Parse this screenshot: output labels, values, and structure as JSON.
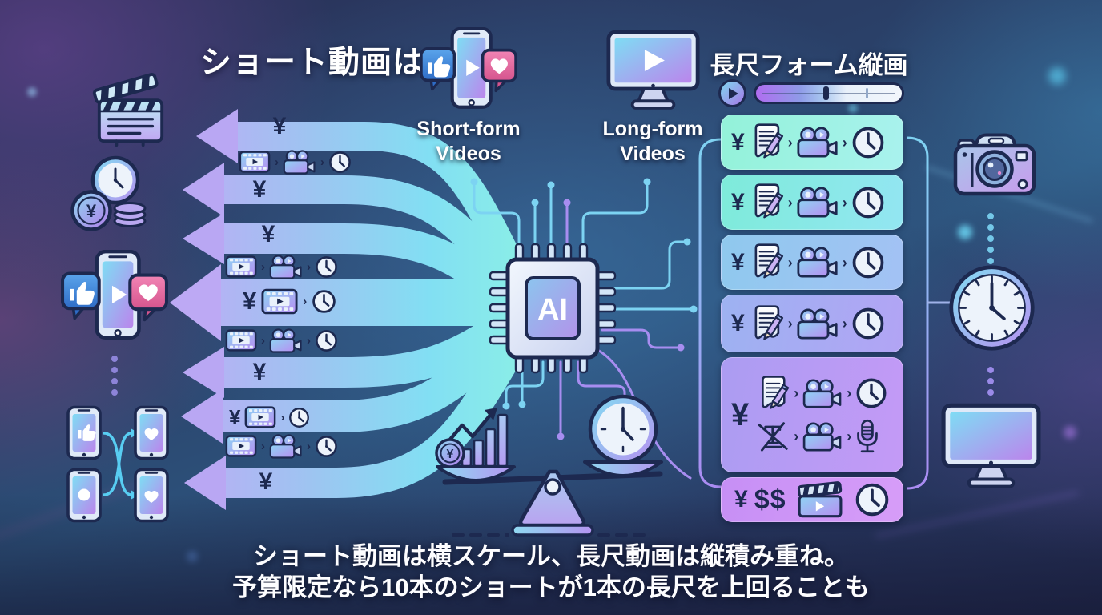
{
  "titles": {
    "short": "ショート動画は",
    "long": "長尺フォーム縦画"
  },
  "labels": {
    "short_form_line1": "Short-form",
    "short_form_line2": "Videos",
    "long_form_line1": "Long-form",
    "long_form_line2": "Videos",
    "ai_chip": "AI"
  },
  "caption": {
    "line1": "ショート動画は横スケール、長尺動画は縦積み重ね。",
    "line2": "予算限定なら10本のショートが1本の長尺を上回ることも"
  },
  "glyphs": {
    "yen": "¥",
    "dollars": "$$",
    "chevron": "›"
  },
  "left_flow": {
    "description": "Seven ribbon arrows fan out left from the AI chip toward short-form outputs",
    "arrows": [
      {
        "label": "¥"
      },
      {
        "label": "¥"
      },
      {
        "label": "¥"
      },
      {
        "label": "¥"
      },
      {
        "label": "¥"
      },
      {
        "label": "¥"
      },
      {
        "label": "¥"
      }
    ],
    "icon_rows": [
      [
        "film-strip",
        "video-camera",
        "clock"
      ],
      [
        "film-strip",
        "video-camera",
        "clock"
      ],
      [
        "film-strip",
        "video-camera",
        "clock"
      ],
      [
        "film-strip",
        "video-camera",
        "clock"
      ]
    ],
    "on_arrow_icons": [
      [
        "film-strip",
        "clock"
      ],
      [
        "film-strip",
        "clock"
      ]
    ]
  },
  "right_column": {
    "description": "Stacked long-form production pipeline rows",
    "rows": [
      {
        "currency": "¥",
        "steps": [
          "script",
          "video-camera",
          "clock"
        ]
      },
      {
        "currency": "¥",
        "steps": [
          "script",
          "video-camera",
          "clock"
        ]
      },
      {
        "currency": "¥",
        "steps": [
          "script",
          "video-camera",
          "clock"
        ]
      },
      {
        "currency": "¥",
        "steps": [
          "script",
          "video-camera",
          "clock"
        ]
      },
      {
        "currency": "¥",
        "line1": [
          "script",
          "video-camera",
          "clock"
        ],
        "line2": [
          "no-text",
          "video-camera",
          "microphone"
        ]
      },
      {
        "currency": "¥",
        "dollars": "$$",
        "steps": [
          "clapperboard",
          "clock"
        ]
      }
    ]
  },
  "side_icons": {
    "left": [
      "clapperboard",
      "clock-and-coins",
      "phone-social",
      "phone-grid"
    ],
    "right": [
      "photo-camera",
      "clock",
      "monitor"
    ]
  },
  "player_bar": {
    "progress_fraction": 0.48,
    "tick_fraction": 0.76
  },
  "colors": {
    "background_navy": "#252c52",
    "accent_cyan": "#7fe3ee",
    "accent_lavender": "#b7a7f3",
    "outline_navy": "#1d2950",
    "row_teal": "#93f2d9",
    "row_purple": "#c68ff5",
    "like_blue": "#3f7fd4",
    "heart_pink": "#e4679e",
    "text_white": "#ffffff"
  }
}
